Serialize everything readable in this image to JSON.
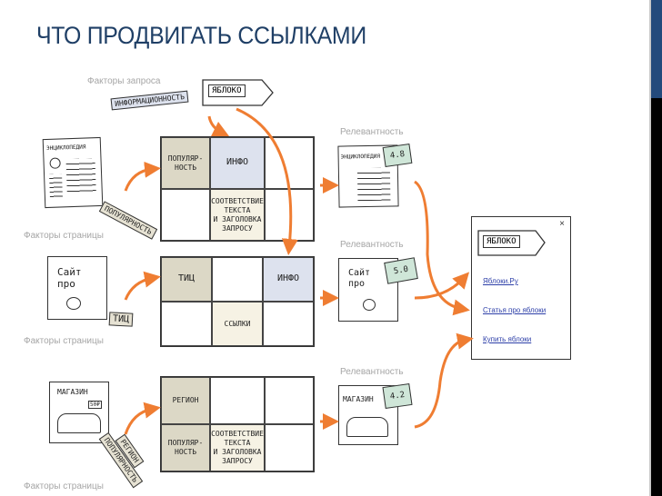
{
  "slide": {
    "title": "ЧТО ПРОДВИГАТЬ ССЫЛКАМИ",
    "colors": {
      "title": "#1f3f66",
      "accent_bar": "#234a7c",
      "arrow": "#ef7d32",
      "tan": "#dcd8c6",
      "blue": "#dde2ee",
      "cream": "#f6f2e4",
      "note": "#cfe6d8",
      "link": "#2d3fa8"
    }
  },
  "query_factors": {
    "label": "Факторы запроса",
    "query": "ЯБЛОКО",
    "tag": "ИНФОРМАЦИОННОСТЬ"
  },
  "rows": [
    {
      "page_label": "Факторы страницы",
      "page_title": "ЭНЦИКЛОПЕДИЯ",
      "tags": [
        "ПОПУЛЯРНОСТЬ"
      ],
      "grid": [
        "ПОПУЛЯР-\nНОСТЬ",
        "ИНФО",
        "",
        "",
        "СООТВЕТСТВИЕ\nТЕКСТА\nИ ЗАГОЛОВКА\nЗАПРОСУ",
        ""
      ],
      "relevance_label": "Релевантность",
      "result_title": "ЭНЦИКЛОПЕДИЯ",
      "score": "4.8"
    },
    {
      "page_label": "Факторы страницы",
      "page_title": "Сайт\nпро",
      "tags": [
        "ТИЦ"
      ],
      "grid": [
        "ТИЦ",
        "",
        "ИНФО",
        "",
        "ССЫЛКИ",
        ""
      ],
      "relevance_label": "Релевантность",
      "result_title": "Сайт\nпро",
      "score": "5.0"
    },
    {
      "page_label": "Факторы страницы",
      "page_title": "МАГАЗИН",
      "price": "50₽",
      "tags": [
        "РЕГИОН",
        "ПОПУЛЯРНОСТЬ"
      ],
      "grid": [
        "РЕГИОН",
        "",
        "",
        "ПОПУЛЯР-\nНОСТЬ",
        "СООТВЕТСТВИЕ\nТЕКСТА\nИ ЗАГОЛОВКА\nЗАПРОСУ",
        ""
      ],
      "relevance_label": "Релевантность",
      "result_title": "МАГАЗИН",
      "score": "4.2"
    }
  ],
  "serp": {
    "query": "ЯБЛОКО",
    "close": "×",
    "results": [
      "Яблоки.Ру",
      "Статья про яблоки",
      "Купить яблоки"
    ]
  }
}
